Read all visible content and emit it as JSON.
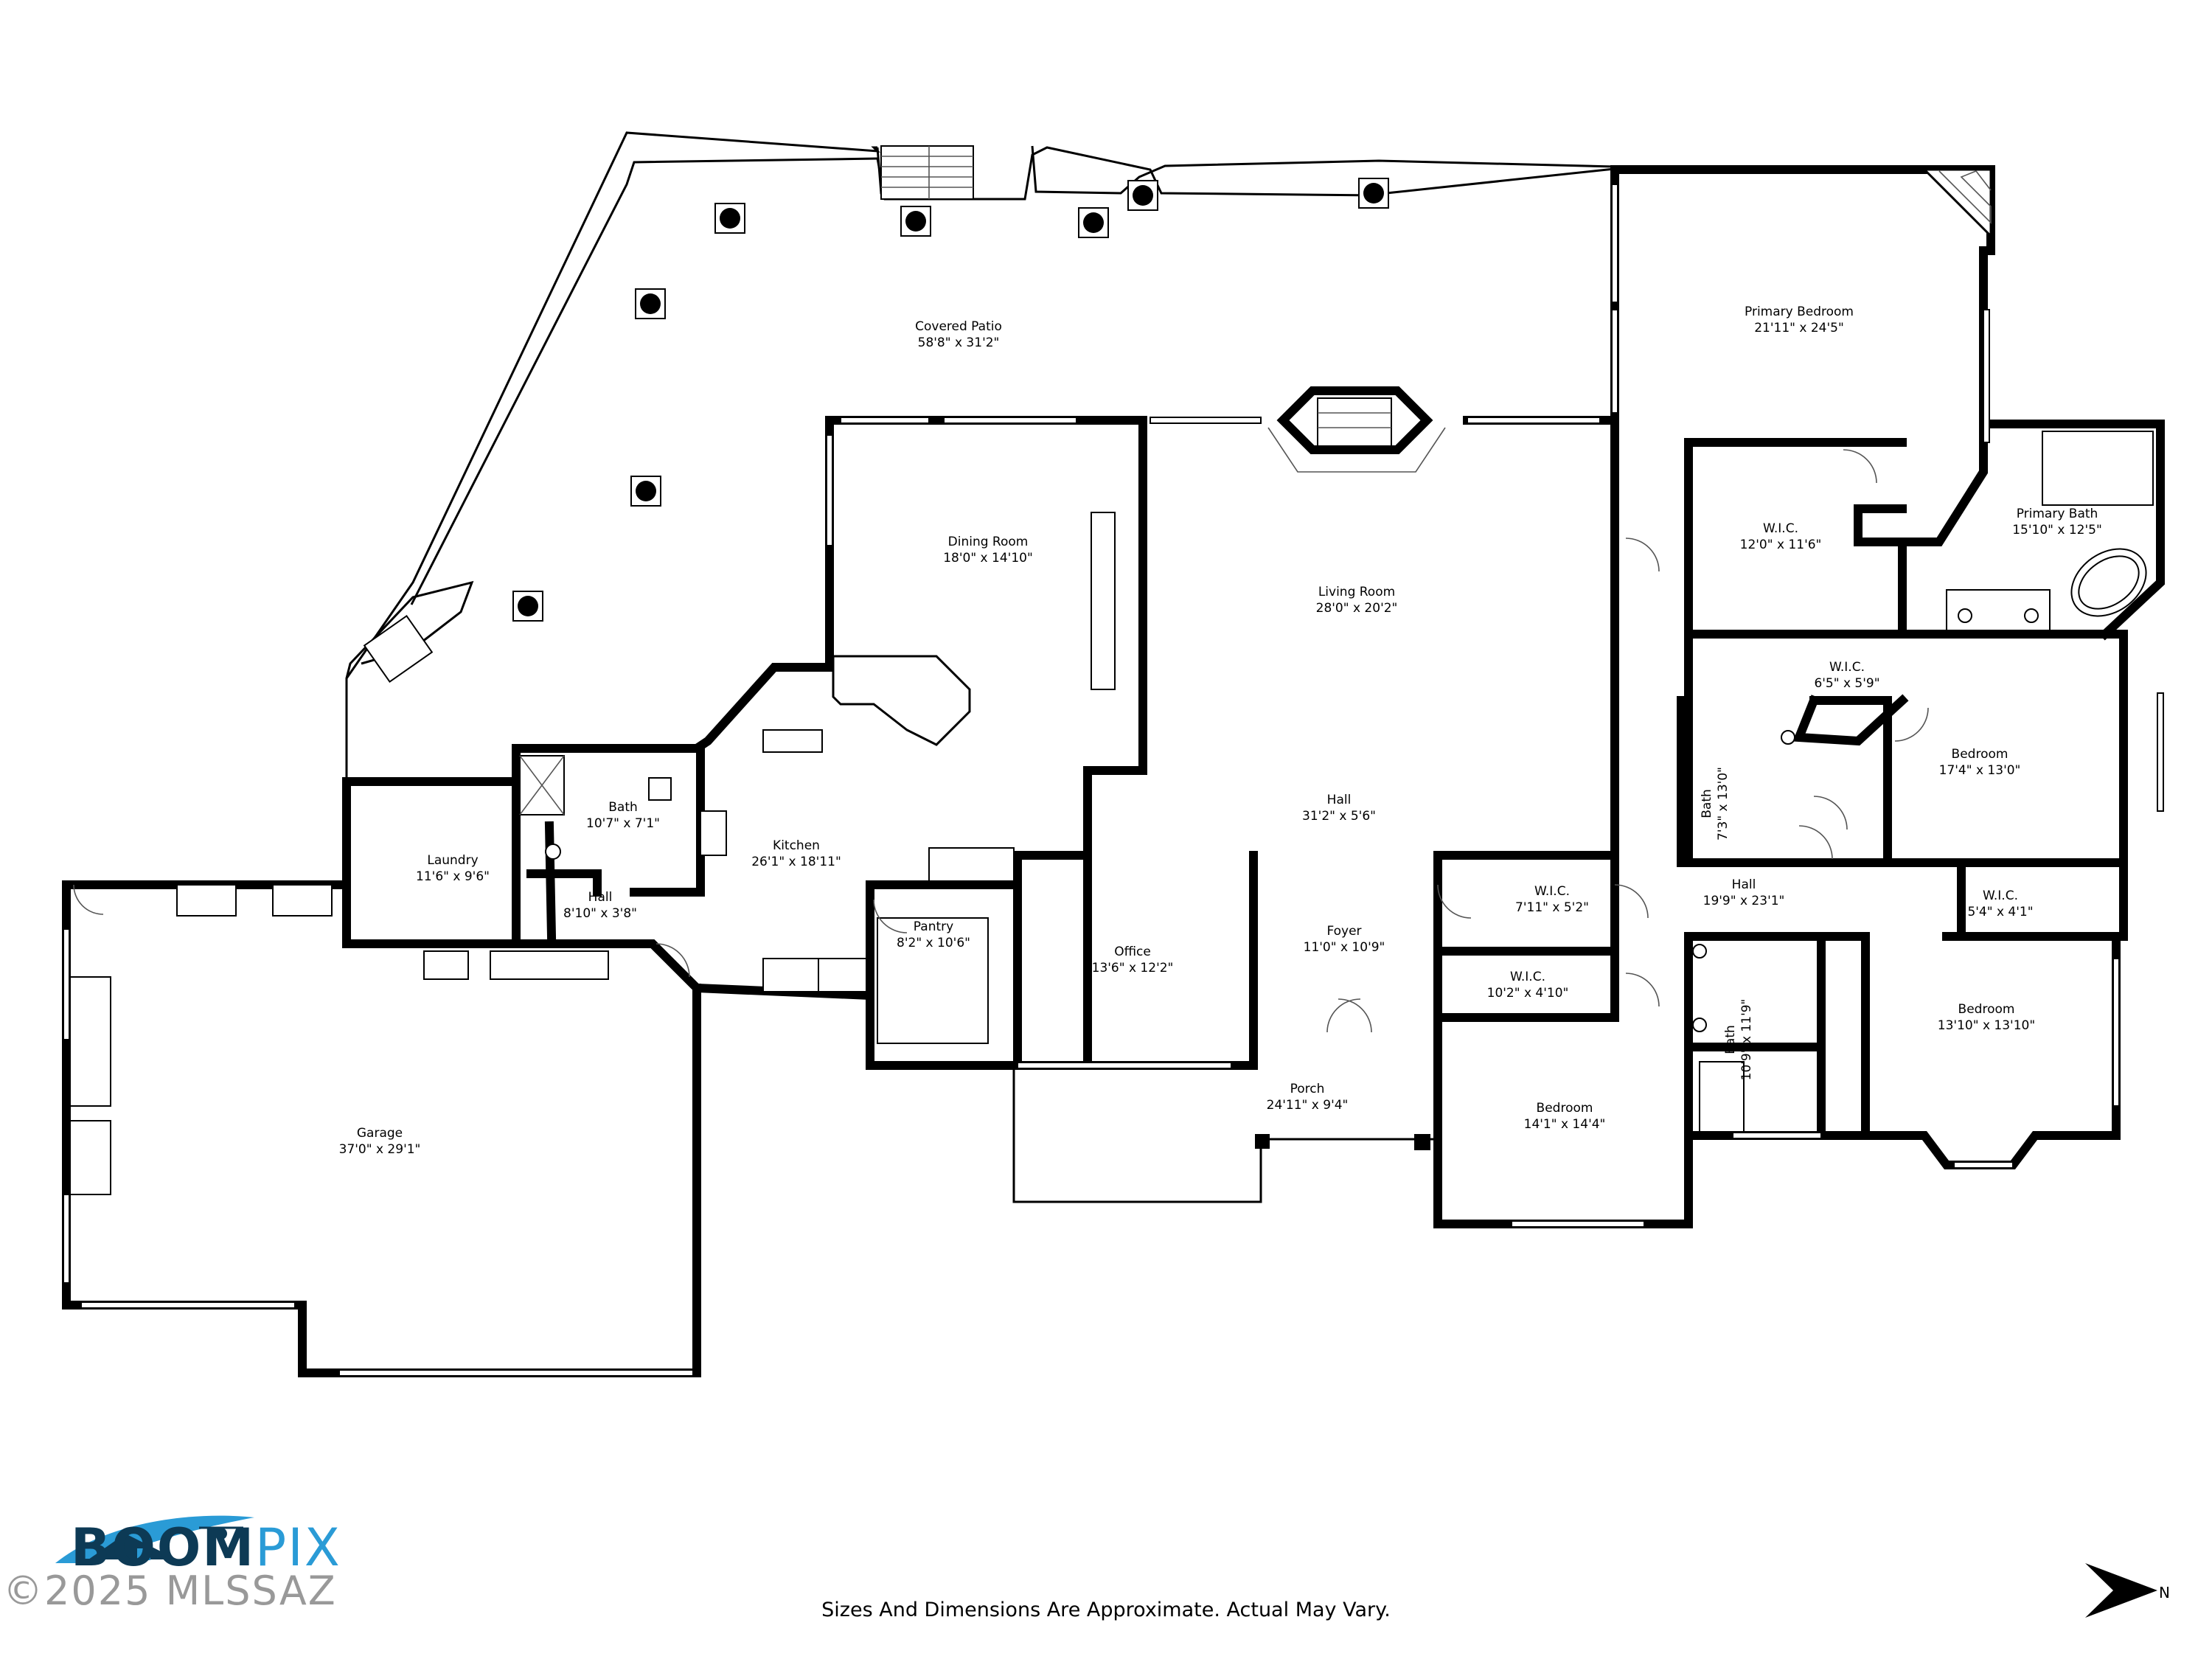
{
  "rooms": [
    {
      "key": "covered_patio",
      "name": "Covered Patio",
      "dim": "58'8\" x 31'2\""
    },
    {
      "key": "primary_bedroom",
      "name": "Primary Bedroom",
      "dim": "21'11\" x 24'5\""
    },
    {
      "key": "dining_room",
      "name": "Dining Room",
      "dim": "18'0\" x 14'10\""
    },
    {
      "key": "living_room",
      "name": "Living Room",
      "dim": "28'0\" x 20'2\""
    },
    {
      "key": "wic_primary",
      "name": "W.I.C.",
      "dim": "12'0\" x 11'6\""
    },
    {
      "key": "primary_bath",
      "name": "Primary Bath",
      "dim": "15'10\" x 12'5\""
    },
    {
      "key": "wic_2",
      "name": "W.I.C.",
      "dim": "6'5\" x 5'9\""
    },
    {
      "key": "bedroom_1",
      "name": "Bedroom",
      "dim": "17'4\" x 13'0\""
    },
    {
      "key": "bath_laundry",
      "name": "Bath",
      "dim": "10'7\" x 7'1\""
    },
    {
      "key": "laundry",
      "name": "Laundry",
      "dim": "11'6\" x 9'6\""
    },
    {
      "key": "kitchen",
      "name": "Kitchen",
      "dim": "26'1\" x 18'11\""
    },
    {
      "key": "hall_small",
      "name": "Hall",
      "dim": "8'10\" x 3'8\""
    },
    {
      "key": "hall_main",
      "name": "Hall",
      "dim": "31'2\" x 5'6\""
    },
    {
      "key": "bath_2",
      "name": "Bath",
      "dim": "7'3\" x 13'0\""
    },
    {
      "key": "hall_bed",
      "name": "Hall",
      "dim": "19'9\" x 23'1\""
    },
    {
      "key": "wic_3",
      "name": "W.I.C.",
      "dim": "7'11\" x 5'2\""
    },
    {
      "key": "wic_4",
      "name": "W.I.C.",
      "dim": "5'4\" x 4'1\""
    },
    {
      "key": "pantry",
      "name": "Pantry",
      "dim": "8'2\" x 10'6\""
    },
    {
      "key": "foyer",
      "name": "Foyer",
      "dim": "11'0\" x 10'9\""
    },
    {
      "key": "office",
      "name": "Office",
      "dim": "13'6\" x 12'2\""
    },
    {
      "key": "wic_5",
      "name": "W.I.C.",
      "dim": "10'2\" x 4'10\""
    },
    {
      "key": "bath_3",
      "name": "Bath",
      "dim": "10'9\" x 11'9\""
    },
    {
      "key": "bedroom_2",
      "name": "Bedroom",
      "dim": "13'10\" x 13'10\""
    },
    {
      "key": "porch",
      "name": "Porch",
      "dim": "24'11\" x 9'4\""
    },
    {
      "key": "bedroom_3",
      "name": "Bedroom",
      "dim": "14'1\" x 14'4\""
    },
    {
      "key": "garage",
      "name": "Garage",
      "dim": "37'0\" x 29'1\""
    }
  ],
  "footer": {
    "note": "Sizes And Dimensions Are Approximate. Actual May Vary."
  },
  "logo": {
    "brand_main": "BOOM",
    "brand_accent": "PIX",
    "copyright": "©2025 MLSSAZ"
  },
  "compass": {
    "label": "N"
  },
  "colors": {
    "wall": "#000000",
    "logo_dark": "#0d3a55",
    "logo_light": "#2a9bd6"
  }
}
